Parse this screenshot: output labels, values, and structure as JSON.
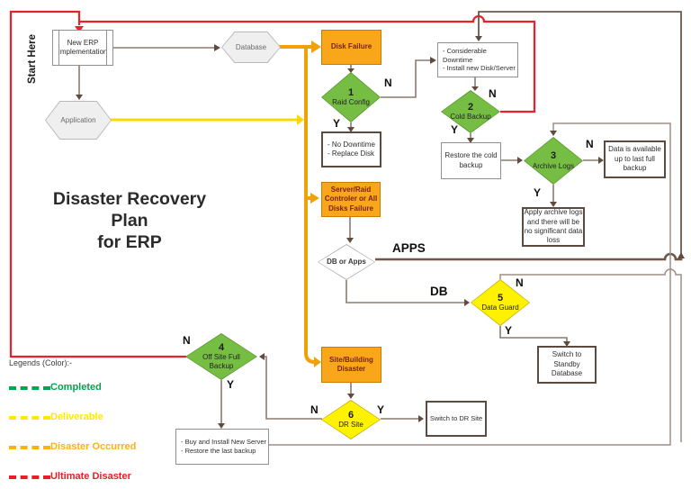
{
  "title": {
    "line1": "Disaster Recovery Plan",
    "line2": "for ERP"
  },
  "start_here": "Start Here",
  "nodes": {
    "new_erp": "New ERP\nImplementation",
    "database": "Database",
    "application": "Application",
    "disk_failure": "Disk Failure",
    "no_downtime": "- No Downtime\n- Replace Disk",
    "considerable_downtime": "- Considerable Downtime\n- Install new Disk/Server",
    "restore_cold_backup": "Restore the cold\nbackup",
    "data_available": "Data is available\nup to last full\nbackup",
    "apply_archive_logs": "Apply archive logs\nand there will be\nno significant data\nloss",
    "server_raid_failure": "Server/Raid\nControler or All\nDisks Failure",
    "db_or_apps": "DB or Apps",
    "switch_standby": "Switch to Standby\nDatabase",
    "buy_install": "- Buy and Install New Server\n- Restore the last backup",
    "site_building_disaster": "Site/Building\nDisaster",
    "switch_dr_site": "Switch to DR Site"
  },
  "decisions": {
    "d1": {
      "num": "1",
      "label": "Raid Config"
    },
    "d2": {
      "num": "2",
      "label": "Cold Backup"
    },
    "d3": {
      "num": "3",
      "label": "Archive Logs"
    },
    "d4": {
      "num": "4",
      "label": "Off Site Full\nBackup"
    },
    "d5": {
      "num": "5",
      "label": "Data Guard"
    },
    "d6": {
      "num": "6",
      "label": "DR Site"
    }
  },
  "edge_labels": {
    "d1_n": "N",
    "d1_y": "Y",
    "d2_n": "N",
    "d2_y": "Y",
    "d3_n": "N",
    "d3_y": "Y",
    "d4_n": "N",
    "d4_y": "Y",
    "d5_n": "N",
    "d5_y": "Y",
    "d6_n": "N",
    "d6_y": "Y",
    "apps": "APPS",
    "db": "DB"
  },
  "legend": {
    "heading": "Legends (Color):-",
    "items": [
      {
        "label": "Completed",
        "color": "#00A550"
      },
      {
        "label": "Deliverable",
        "color": "#FFE900"
      },
      {
        "label": "Disaster Occurred",
        "color": "#FFB114"
      },
      {
        "label": "Ultimate Disaster",
        "color": "#ED1C24"
      }
    ]
  },
  "colors": {
    "connector": "#8B7A6E",
    "connector_dark": "#6E584A",
    "connector_light": "#9D8D83",
    "arrowhead": "#5F4B3F",
    "gold": "#F2A007",
    "yellow": "#FFD800",
    "red": "#E8212A",
    "green_fill": "#76BD43",
    "yellow_fill": "#FFF200",
    "orange_fill": "#F9A61A"
  }
}
